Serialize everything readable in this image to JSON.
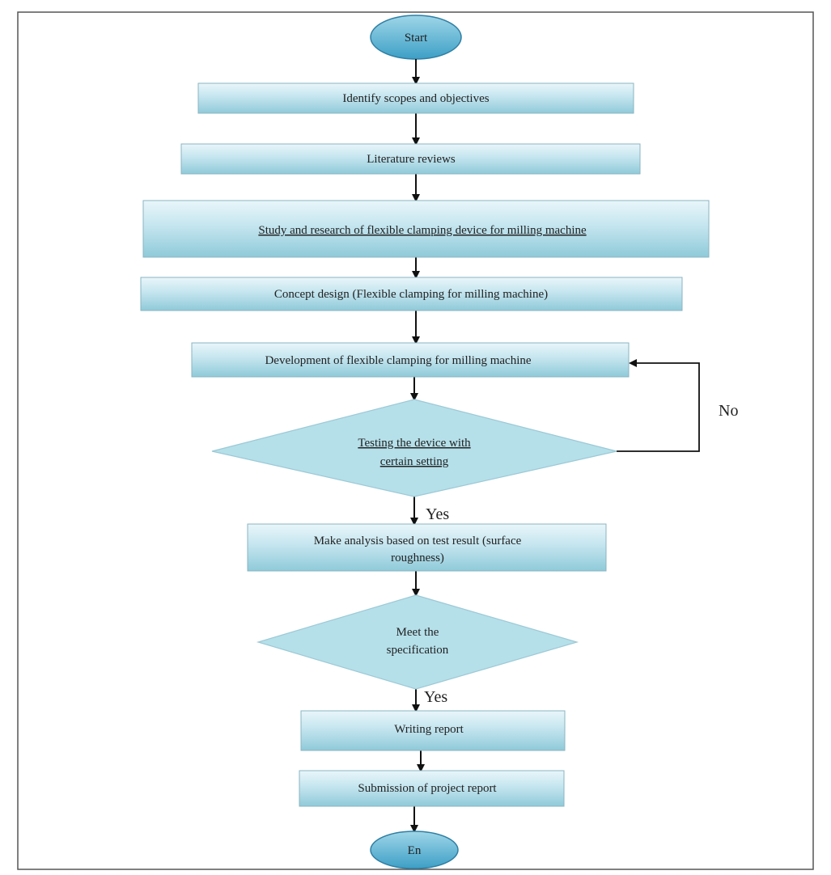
{
  "colors": {
    "frame": "#555555",
    "box_fill_top": "#e9f6fa",
    "box_fill_bottom": "#8fcad9",
    "box_stroke": "#8ab4c2",
    "oval_fill_top": "#9fd6e8",
    "oval_fill_bottom": "#3d9fc6",
    "oval_stroke": "#2f7fa3",
    "diamond_fill": "#b5e0ea",
    "diamond_stroke": "#9cc9d6",
    "arrow": "#111111",
    "text": "#222222"
  },
  "nodes": {
    "start": {
      "label": "Start"
    },
    "identify": {
      "label": "Identify scopes and objectives"
    },
    "literature": {
      "label": "Literature reviews"
    },
    "study": {
      "label": "Study and research of flexible clamping device for milling machine"
    },
    "concept": {
      "label": "Concept design (Flexible clamping for milling machine)"
    },
    "development": {
      "label": "Development of flexible clamping for milling machine"
    },
    "testing": {
      "line1": "Testing the device with",
      "line2": "certain setting"
    },
    "analysis": {
      "line1": "Make analysis based on test result (surface",
      "line2": "roughness)"
    },
    "meet": {
      "line1": "Meet the",
      "line2": "specification"
    },
    "writing": {
      "label": "Writing report"
    },
    "submission": {
      "label": "Submission of project report"
    },
    "end": {
      "label": "En"
    }
  },
  "edge_labels": {
    "no": "No",
    "yes_testing": "Yes",
    "yes_meet": "Yes"
  }
}
